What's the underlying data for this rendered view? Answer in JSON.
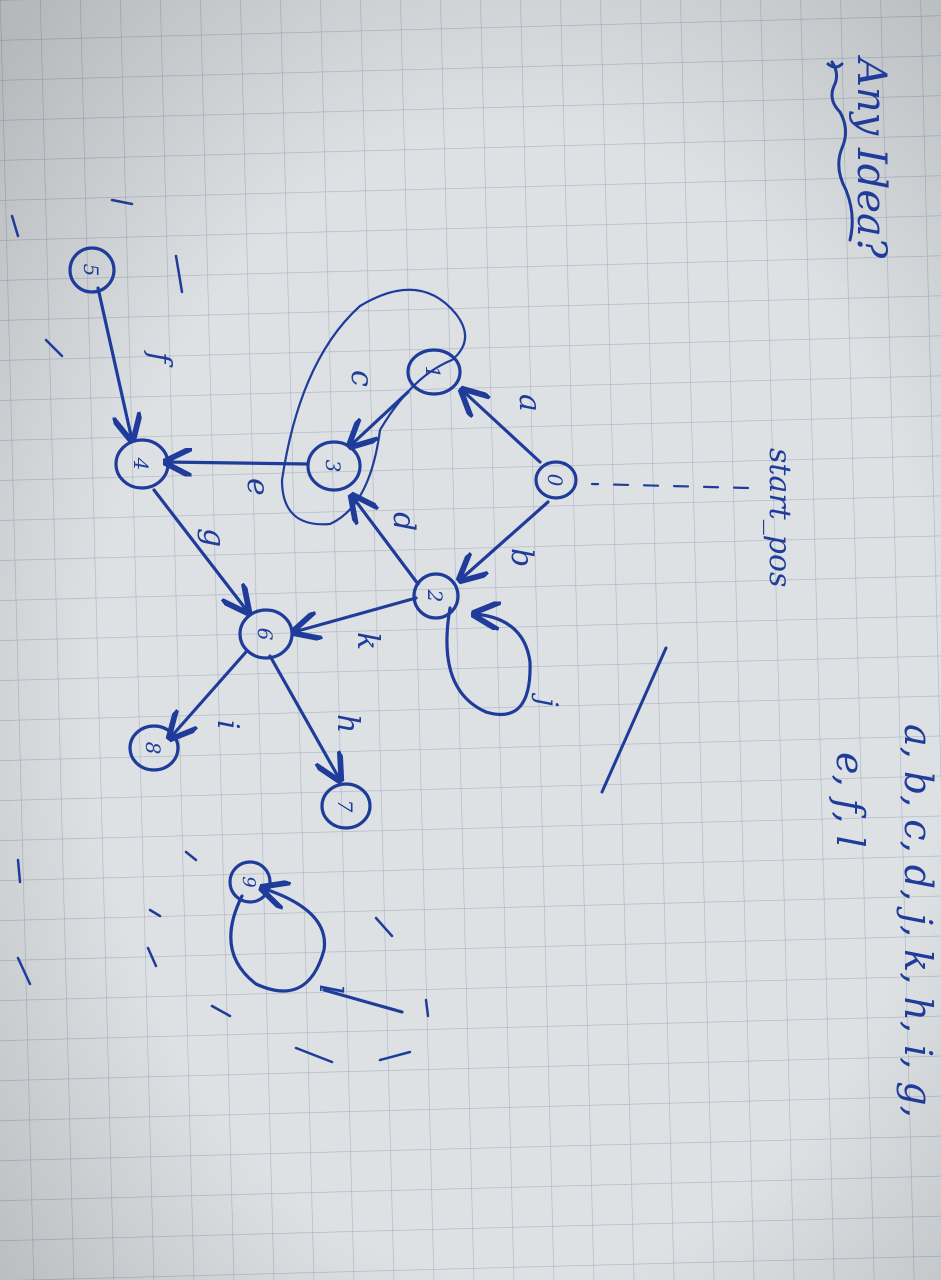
{
  "page": {
    "title": "Any Idea?",
    "start_label": "start_pos",
    "symbols_line_1": "a, b, c, d, j, k, h, i, g,",
    "symbols_line_2": "e, f, l"
  },
  "colors": {
    "ink": "#1f3c9a",
    "paper": "#d9dde0",
    "grid": "#aab4c2"
  },
  "graph": {
    "nodes": [
      {
        "id": "0",
        "label": "0"
      },
      {
        "id": "1",
        "label": "1"
      },
      {
        "id": "2",
        "label": "2"
      },
      {
        "id": "3",
        "label": "3"
      },
      {
        "id": "4",
        "label": "4"
      },
      {
        "id": "5",
        "label": "5"
      },
      {
        "id": "6",
        "label": "6"
      },
      {
        "id": "7",
        "label": "7"
      },
      {
        "id": "8",
        "label": "8"
      },
      {
        "id": "9",
        "label": "9"
      }
    ],
    "edges": [
      {
        "from": "0",
        "to": "1",
        "label": "a"
      },
      {
        "from": "0",
        "to": "2",
        "label": "b"
      },
      {
        "from": "1",
        "to": "3",
        "label": "c"
      },
      {
        "from": "2",
        "to": "3",
        "label": "d"
      },
      {
        "from": "3",
        "to": "4",
        "label": "e"
      },
      {
        "from": "5",
        "to": "4",
        "label": "f"
      },
      {
        "from": "4",
        "to": "6",
        "label": "g"
      },
      {
        "from": "2",
        "to": "6",
        "label": "k"
      },
      {
        "from": "6",
        "to": "7",
        "label": "h"
      },
      {
        "from": "6",
        "to": "8",
        "label": "i"
      },
      {
        "from": "2",
        "to": "2",
        "label": "j"
      },
      {
        "from": "9",
        "to": "9",
        "label": "l"
      }
    ]
  }
}
